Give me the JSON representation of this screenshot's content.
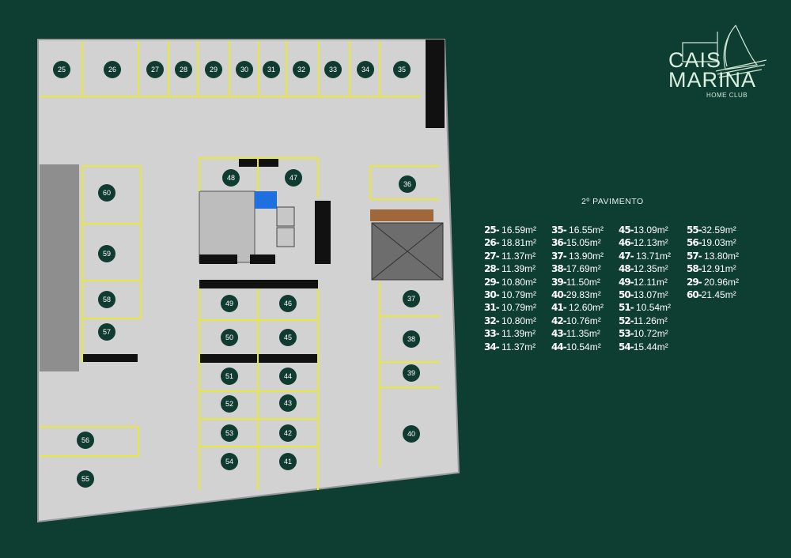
{
  "logo": {
    "line1": "CAIS",
    "line2": "MARINA",
    "line3": "HOME CLUB"
  },
  "legend": {
    "title": "2º PAVIMENTO",
    "items": [
      {
        "n": "25-",
        "a": " 16.59m²"
      },
      {
        "n": "26-",
        "a": " 18.81m²"
      },
      {
        "n": "27-",
        "a": " 11.37m²"
      },
      {
        "n": "28-",
        "a": " 11.39m²"
      },
      {
        "n": "29-",
        "a": " 10.80m²"
      },
      {
        "n": "30-",
        "a": " 10.79m²"
      },
      {
        "n": "31-",
        "a": " 10.79m²"
      },
      {
        "n": "32-",
        "a": " 10.80m²"
      },
      {
        "n": "33-",
        "a": " 11.39m²"
      },
      {
        "n": "34-",
        "a": " 11.37m²"
      },
      {
        "n": "35-",
        "a": " 16.55m²"
      },
      {
        "n": "36-",
        "a": "15.05m²"
      },
      {
        "n": "37-",
        "a": " 13.90m²"
      },
      {
        "n": "38-",
        "a": "17.69m²"
      },
      {
        "n": "39-",
        "a": "11.50m²"
      },
      {
        "n": "40-",
        "a": "29.83m²"
      },
      {
        "n": "41-",
        "a": " 12.60m²"
      },
      {
        "n": "42-",
        "a": "10.76m²"
      },
      {
        "n": "43-",
        "a": "11.35m²"
      },
      {
        "n": "44-",
        "a": "10.54m²"
      },
      {
        "n": "45-",
        "a": "13.09m²"
      },
      {
        "n": "46-",
        "a": "12.13m²"
      },
      {
        "n": "47-",
        "a": " 13.71m²"
      },
      {
        "n": "48-",
        "a": "12.35m²"
      },
      {
        "n": "49-",
        "a": "12.11m²"
      },
      {
        "n": "50-",
        "a": "13.07m²"
      },
      {
        "n": "51-",
        "a": " 10.54m²"
      },
      {
        "n": "52-",
        "a": "11.26m²"
      },
      {
        "n": "53-",
        "a": "10.72m²"
      },
      {
        "n": "54-",
        "a": "15.44m²"
      },
      {
        "n": "55-",
        "a": "32.59m²"
      },
      {
        "n": "56-",
        "a": "19.03m²"
      },
      {
        "n": "57-",
        "a": " 13.80m²"
      },
      {
        "n": "58-",
        "a": "12.91m²"
      },
      {
        "n": "29-",
        "a": " 20.96m²"
      },
      {
        "n": "60-",
        "a": "21.45m²"
      }
    ]
  },
  "spots": [
    "25",
    "26",
    "27",
    "28",
    "29",
    "30",
    "31",
    "32",
    "33",
    "34",
    "35",
    "36",
    "37",
    "38",
    "39",
    "40",
    "41",
    "42",
    "43",
    "44",
    "45",
    "46",
    "47",
    "48",
    "49",
    "50",
    "51",
    "52",
    "53",
    "54",
    "55",
    "56",
    "57",
    "58",
    "59",
    "60"
  ],
  "colors": {
    "background": "#0e3d31",
    "floor": "#d3d3d3",
    "lines": "#e8e83a",
    "marker": "#0f3b30"
  }
}
